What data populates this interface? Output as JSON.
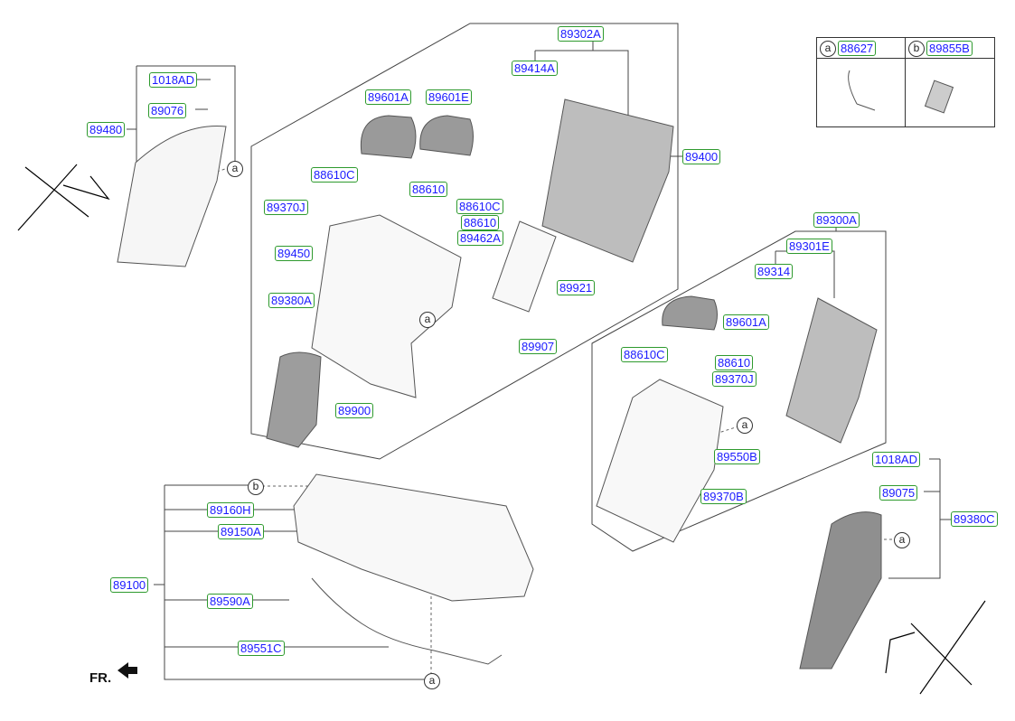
{
  "diagram": {
    "legend": {
      "a": {
        "key": "a",
        "part": "88627"
      },
      "b": {
        "key": "b",
        "part": "89855B"
      }
    },
    "parts": {
      "p89302A": "89302A",
      "p89414A": "89414A",
      "p89601A_1": "89601A",
      "p89601E": "89601E",
      "p1018AD_1": "1018AD",
      "p89076": "89076",
      "p89480": "89480",
      "p88610C_1": "88610C",
      "p88610_1": "88610",
      "p89370J_1": "89370J",
      "p88610C_2": "88610C",
      "p88610_2": "88610",
      "p89462A": "89462A",
      "p89450": "89450",
      "p89380A": "89380A",
      "p89400": "89400",
      "p89921": "89921",
      "p89907": "89907",
      "p89900": "89900",
      "p89300A": "89300A",
      "p89301E": "89301E",
      "p89314": "89314",
      "p89601A_2": "89601A",
      "p88610C_3": "88610C",
      "p88610_3": "88610",
      "p89370J_2": "89370J",
      "p89550B": "89550B",
      "p89370B": "89370B",
      "p1018AD_2": "1018AD",
      "p89075": "89075",
      "p89380C": "89380C",
      "p89160H": "89160H",
      "p89150A": "89150A",
      "p89100": "89100",
      "p89590A": "89590A",
      "p89551C": "89551C"
    },
    "callouts": {
      "a": "a",
      "b": "b"
    },
    "direction": "FR.",
    "colors": {
      "label_text": "#1a1aff",
      "label_border": "#2e9a2e",
      "part_fill": "#b8b8b8"
    }
  }
}
